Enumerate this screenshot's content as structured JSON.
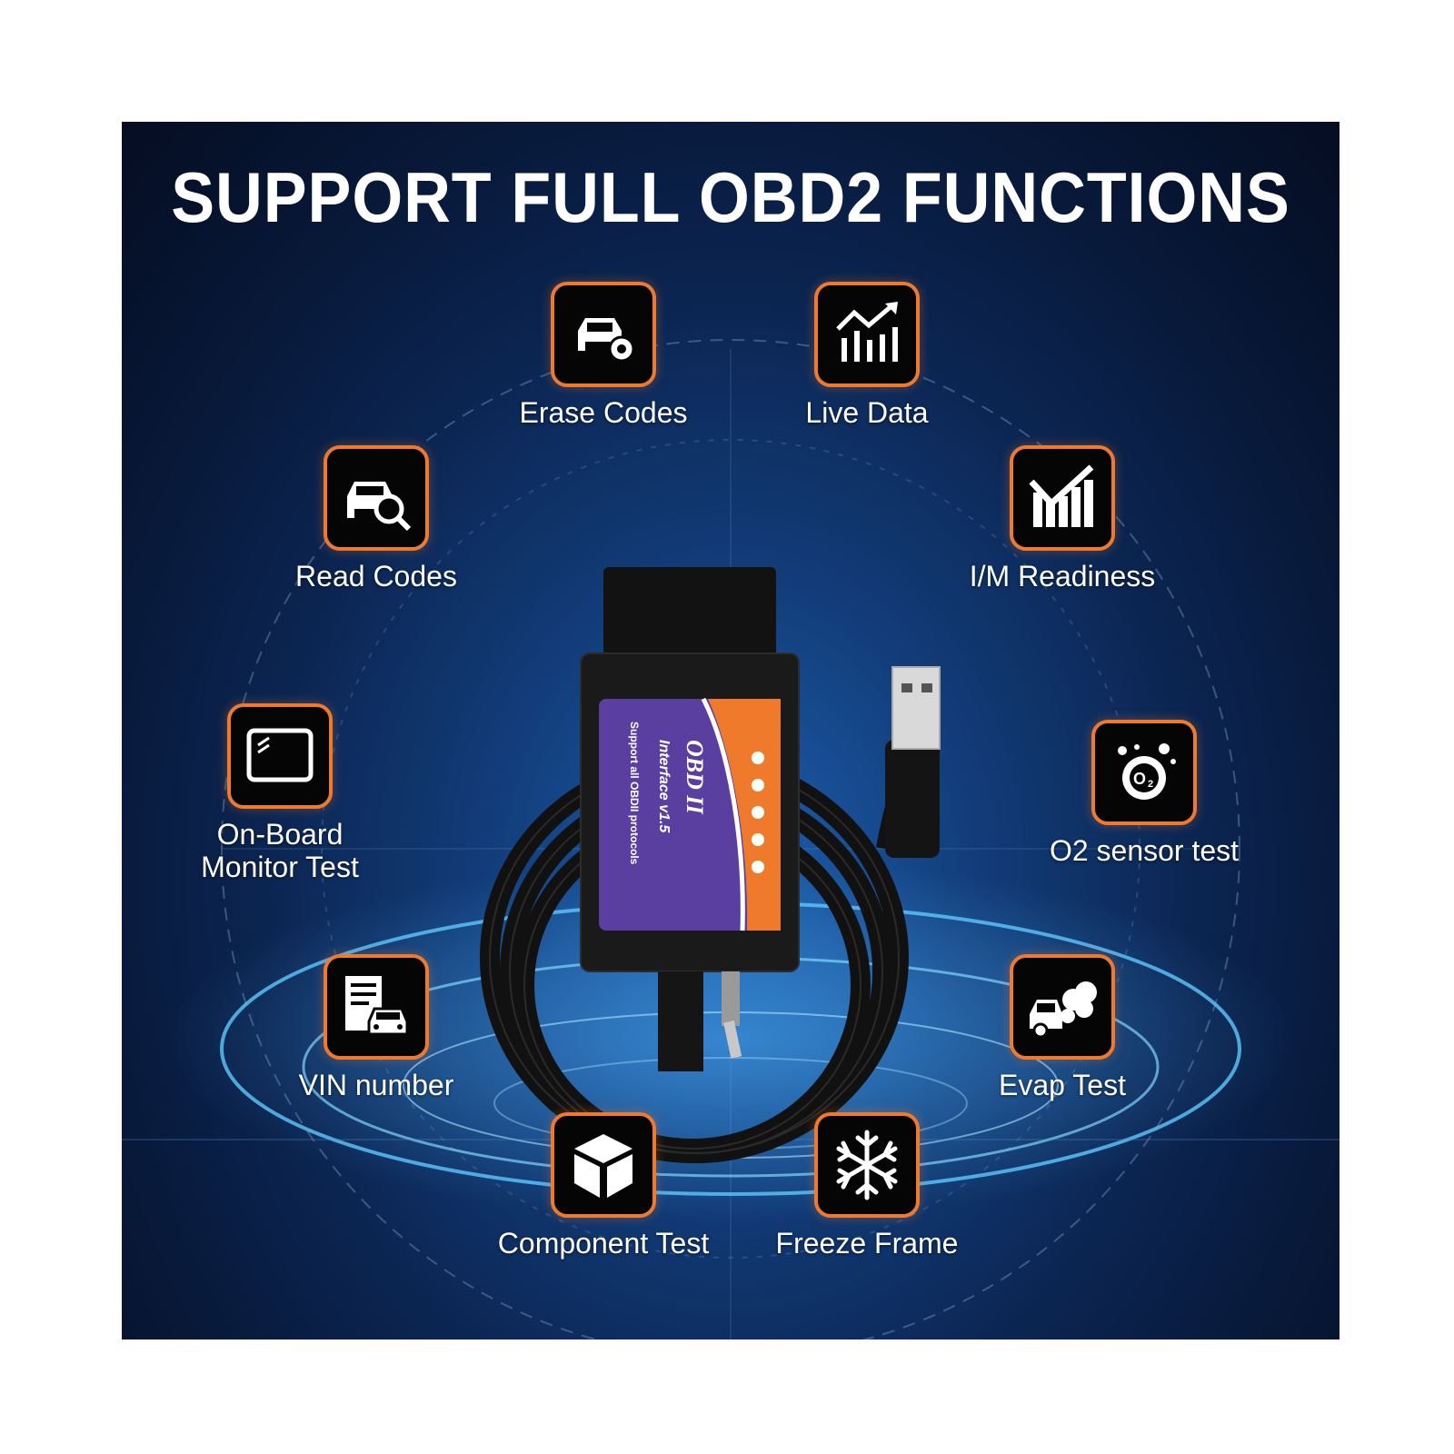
{
  "title": "SUPPORT FULL OBD2 FUNCTIONS",
  "colors": {
    "accent": "#f07a2c",
    "background": "#0b2450",
    "icon_bg": "#050505",
    "text": "#ffffff"
  },
  "features": [
    {
      "id": "erase",
      "label": "Erase Codes",
      "icon": "car-gear-icon"
    },
    {
      "id": "live",
      "label": "Live Data",
      "icon": "bar-chart-trend-icon"
    },
    {
      "id": "read",
      "label": "Read Codes",
      "icon": "car-search-icon"
    },
    {
      "id": "im",
      "label": "I/M Readiness",
      "icon": "check-bars-icon"
    },
    {
      "id": "onboard",
      "label": "On-Board\nMonitor Test",
      "icon": "monitor-icon"
    },
    {
      "id": "o2",
      "label": "O2 sensor test",
      "icon": "o2-sensor-icon"
    },
    {
      "id": "vin",
      "label": "VIN number",
      "icon": "document-car-icon"
    },
    {
      "id": "evap",
      "label": "Evap Test",
      "icon": "car-exhaust-icon"
    },
    {
      "id": "component",
      "label": "Component Test",
      "icon": "cube-icon"
    },
    {
      "id": "freeze",
      "label": "Freeze Frame",
      "icon": "snowflake-icon"
    }
  ],
  "device": {
    "brand": "OBD II",
    "model": "Interface v1.5",
    "tagline": "Support all OBDII protocols"
  }
}
